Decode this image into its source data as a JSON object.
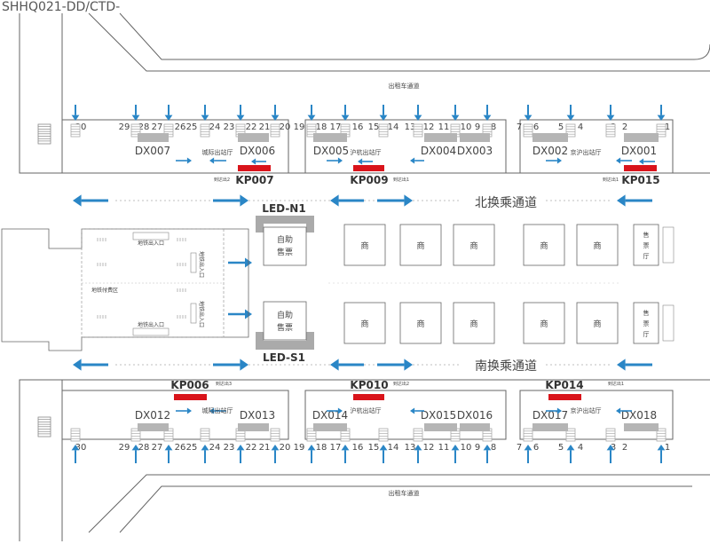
{
  "title": "SHHQ021-DD/CTD-",
  "labels": {
    "taxi_lane": "出租车通道",
    "north_passage": "北换乘通道",
    "south_passage": "南换乘通道",
    "led_north": "LED-N1",
    "led_south": "LED-S1",
    "ticket_machine_line1": "自助",
    "ticket_machine_line2": "售票",
    "metro_exit": "地铁出入口",
    "metro_paid_area": "地铁付费区",
    "shop": "商",
    "ticket_hall_line1": "售",
    "ticket_hall_line2": "票",
    "ticket_hall_line3": "厅",
    "intercity_hall": "城际出站厅",
    "hk_hall": "沪杭出站厅",
    "jh_hall": "京沪出站厅",
    "exit_1": "到达出1",
    "exit_2": "到达出2",
    "exit_3": "到达出3"
  },
  "north_platforms": [
    "30",
    "29",
    "28",
    "27",
    "26",
    "25",
    "24",
    "23",
    "22",
    "21",
    "20",
    "19",
    "18",
    "17",
    "16",
    "15",
    "14",
    "13",
    "12",
    "11",
    "10",
    "9",
    "8",
    "7",
    "6",
    "5",
    "4",
    "3",
    "2",
    "1"
  ],
  "south_platforms": [
    "30",
    "29",
    "28",
    "27",
    "26",
    "25",
    "24",
    "23",
    "22",
    "21",
    "20",
    "19",
    "18",
    "17",
    "16",
    "15",
    "14",
    "13",
    "12",
    "11",
    "10",
    "9",
    "8",
    "7",
    "6",
    "5",
    "4",
    "3",
    "2",
    "1"
  ],
  "north_dx": [
    "DX007",
    "DX006",
    "DX005",
    "DX004",
    "DX003",
    "DX002",
    "DX001"
  ],
  "south_dx": [
    "DX012",
    "DX013",
    "DX014",
    "DX015",
    "DX016",
    "DX017",
    "DX018"
  ],
  "north_kp": [
    "KP007",
    "KP009",
    "KP015"
  ],
  "south_kp": [
    "KP006",
    "KP010",
    "KP014"
  ],
  "colors": {
    "arrow": "#2a86c6",
    "kp_panel": "#d9141b",
    "line": "#666666",
    "stair": "#aaaaaa",
    "text": "#444444"
  }
}
